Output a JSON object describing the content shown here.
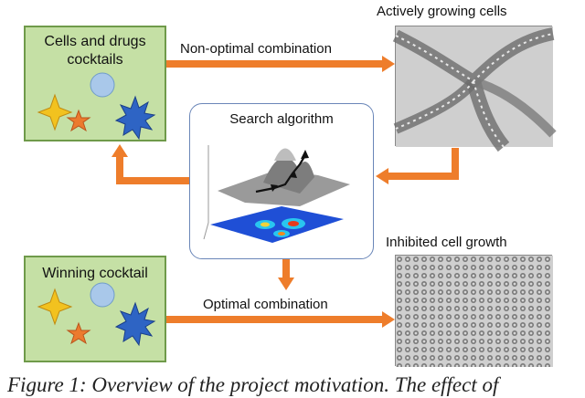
{
  "top_box": {
    "title_line1": "Cells and drugs",
    "title_line2": "cocktails"
  },
  "bottom_box": {
    "title": "Winning cocktail"
  },
  "search": {
    "title": "Search algorithm"
  },
  "arrows": {
    "non_optimal": "Non-optimal combination",
    "optimal": "Optimal combination"
  },
  "panels": {
    "top_label": "Actively growing cells",
    "bottom_label": "Inhibited cell growth"
  },
  "caption": "Figure 1: Overview of the project motivation. The effect of",
  "colors": {
    "arrow": "#ee7d2b",
    "box_fill": "#c5e0a5",
    "box_border": "#6f9a4a",
    "search_border": "#6a86b8"
  }
}
